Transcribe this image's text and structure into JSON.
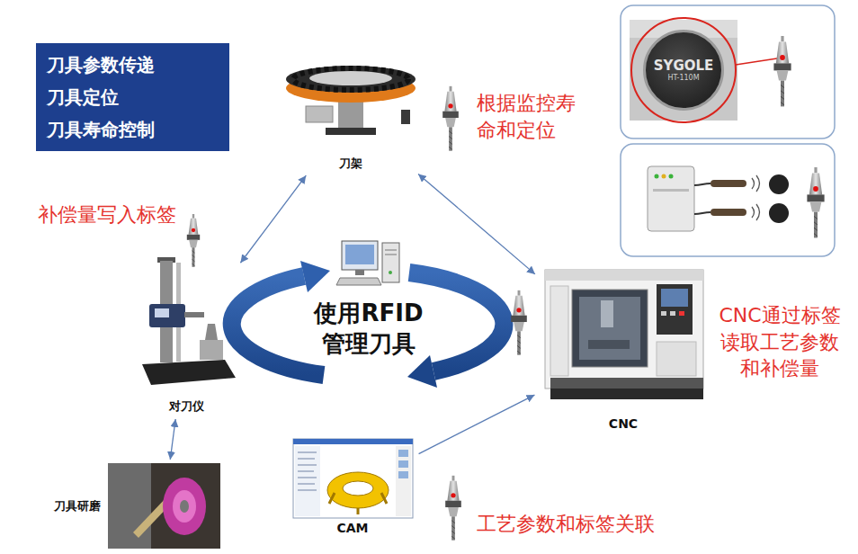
{
  "diagram": {
    "nodes": [
      {
        "text": [
          "刀具参数传递",
          "刀具定位",
          "刀具寿命控制"
        ]
      },
      {
        "text": [
          "刀架"
        ]
      },
      {
        "text": [
          "SYGOLE",
          "HT-110M"
        ]
      },
      {
        "text": [
          "使用RFID 管理刀具"
        ]
      },
      {
        "text": [
          "CNC"
        ]
      },
      {
        "text": [
          "对刀仪"
        ]
      },
      {
        "text": [
          "刀具研磨"
        ]
      },
      {
        "text": [
          "CAM"
        ]
      }
    ],
    "edges": [
      {
        "from": 5,
        "to": 1,
        "arrow": "both"
      },
      {
        "from": 1,
        "to": 4,
        "arrow": "both"
      },
      {
        "from": 5,
        "to": 6,
        "arrow": "both"
      },
      {
        "from": 7,
        "to": 4,
        "arrow": "to"
      }
    ],
    "labels": [
      "根据监控寿命和定位",
      "补偿量写入标签",
      "CNC通过标签读取工艺参数和补偿量",
      "工艺参数和标签关联"
    ]
  }
}
